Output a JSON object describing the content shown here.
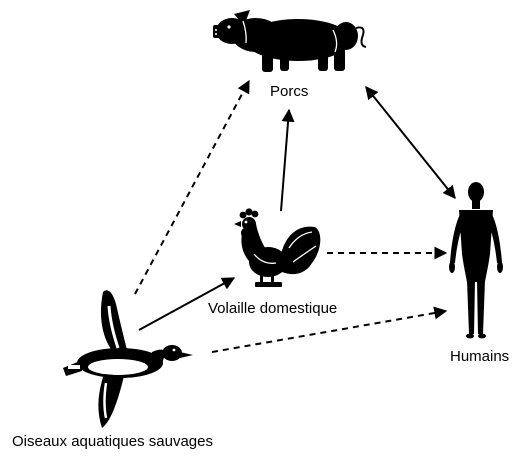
{
  "nodes": {
    "pigs": {
      "label": "Porcs",
      "icon": "pig-icon"
    },
    "poultry": {
      "label": "Volaille domestique",
      "icon": "rooster-icon"
    },
    "humans": {
      "label": "Humains",
      "icon": "human-figure-icon"
    },
    "wild_birds": {
      "label": "Oiseaux aquatiques sauvages",
      "icon": "duck-icon"
    }
  },
  "edges": [
    {
      "from": "wild_birds",
      "to": "pigs",
      "style": "dashed",
      "direction": "one-way"
    },
    {
      "from": "wild_birds",
      "to": "poultry",
      "style": "solid",
      "direction": "one-way"
    },
    {
      "from": "wild_birds",
      "to": "humans",
      "style": "dashed",
      "direction": "one-way"
    },
    {
      "from": "poultry",
      "to": "pigs",
      "style": "solid",
      "direction": "one-way"
    },
    {
      "from": "poultry",
      "to": "humans",
      "style": "dashed",
      "direction": "one-way"
    },
    {
      "from": "pigs",
      "to": "humans",
      "style": "solid",
      "direction": "two-way"
    }
  ],
  "colors": {
    "ink": "#000000",
    "background": "#ffffff"
  }
}
